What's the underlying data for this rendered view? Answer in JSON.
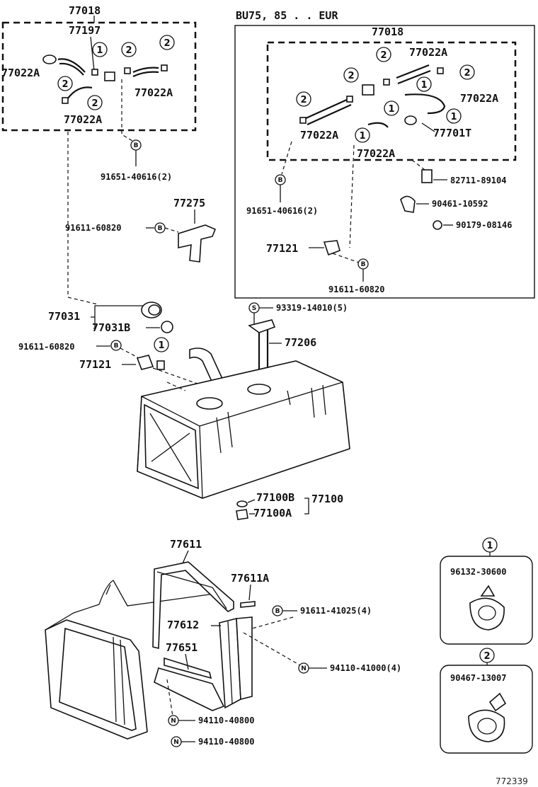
{
  "top_left": {
    "assy_77018": "77018",
    "p77197": "77197",
    "p77022a_left": "77022A",
    "p77022a_right": "77022A",
    "p77022a_bottom": "77022A",
    "clamp1": "1",
    "clamp2a": "2",
    "clamp2b": "2",
    "clamp2c": "2",
    "clamp2d": "2",
    "bolt_b": "91651-40616(2)"
  },
  "inset": {
    "title": "BU75, 85 . . EUR",
    "assy_77018": "77018",
    "p77022a_1": "77022A",
    "p77022a_2": "77022A",
    "p77022a_3": "77022A",
    "p77022a_4": "77022A",
    "p77701t": "77701T",
    "p82711": "82711-89104",
    "p90461": "90461-10592",
    "p90179": "90179-08146",
    "bolt_b": "91651-40616(2)",
    "p77121": "77121",
    "bolt_b2": "91611-60820",
    "c2a": "2",
    "c2b": "2",
    "c2c": "2",
    "c2d": "2",
    "c1a": "1",
    "c1b": "1",
    "c1c": "1"
  },
  "middle": {
    "p77275": "77275",
    "bolt_77275": "91611-60820",
    "p77031": "77031",
    "p77031b": "77031B",
    "bolt_77121": "91611-60820",
    "p77121": "77121",
    "clamp1": "1",
    "screw_s": "93319-14010(5)",
    "p77206": "77206",
    "p77100b": "77100B",
    "p77100": "77100",
    "p77100a": "77100A"
  },
  "bottom": {
    "p77611": "77611",
    "p77611a": "77611A",
    "bolt_b": "91611-41025(4)",
    "p77612": "77612",
    "p77651": "77651",
    "nut_n1": "94110-41000(4)",
    "nut_n2": "94110-40800",
    "nut_n3": "94110-40800"
  },
  "legend": {
    "no1": "1",
    "part1": "96132-30600",
    "no2": "2",
    "part2": "90467-13007"
  },
  "letters": {
    "B": "B",
    "S": "S",
    "N": "N"
  },
  "figure_no": "772339"
}
